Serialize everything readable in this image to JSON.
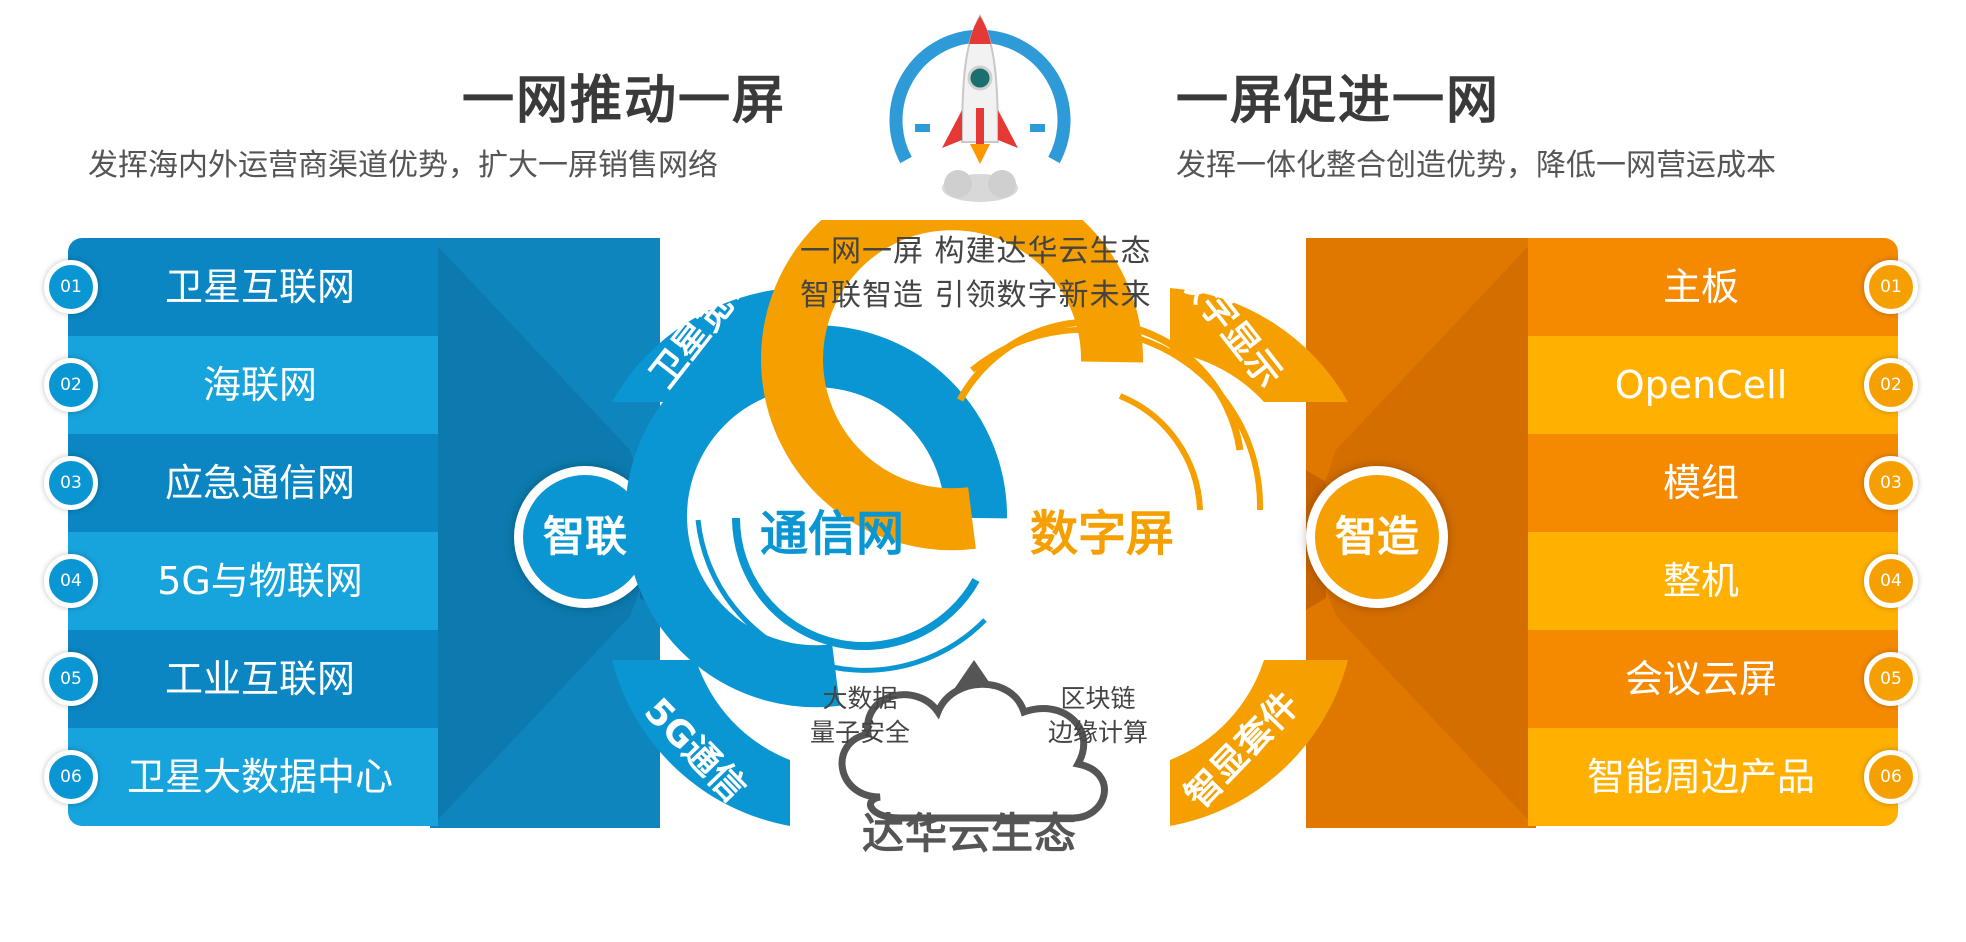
{
  "header": {
    "left_title": "一网推动一屏",
    "left_subtitle": "发挥海内外运营商渠道优势，扩大一屏销售网络",
    "right_title": "一屏促进一网",
    "right_subtitle": "发挥一体化整合创造优势，降低一网营运成本"
  },
  "left": {
    "hub": "智联",
    "color": "#0a96d2",
    "items": [
      {
        "num": "01",
        "label": "卫星互联网"
      },
      {
        "num": "02",
        "label": "海联网"
      },
      {
        "num": "03",
        "label": "应急通信网"
      },
      {
        "num": "04",
        "label": "5G与物联网"
      },
      {
        "num": "05",
        "label": "工业互联网"
      },
      {
        "num": "06",
        "label": "卫星大数据中心"
      }
    ]
  },
  "right": {
    "hub": "智造",
    "color": "#f5a000",
    "items": [
      {
        "num": "01",
        "label": "主板"
      },
      {
        "num": "02",
        "label": "OpenCell"
      },
      {
        "num": "03",
        "label": "模组"
      },
      {
        "num": "04",
        "label": "整机"
      },
      {
        "num": "05",
        "label": "会议云屏"
      },
      {
        "num": "06",
        "label": "智能周边产品"
      }
    ]
  },
  "center": {
    "slogan_line1": "一网一屏 构建达华云生态",
    "slogan_line2": "智联智造 引领数字新未来",
    "left_ring": "通信网",
    "right_ring": "数字屏",
    "arc_top_left": "卫星宽带",
    "arc_bottom_left": "5G通信",
    "arc_top_right": "数字显示",
    "arc_bottom_right": "智显套件",
    "small_left_line1": "大数据",
    "small_left_line2": "量子安全",
    "small_right_line1": "区块链",
    "small_right_line2": "边缘计算",
    "cloud_label": "达华云生态"
  },
  "icons": [
    "rocket-icon",
    "arrow-up-icon",
    "cloud-icon"
  ]
}
